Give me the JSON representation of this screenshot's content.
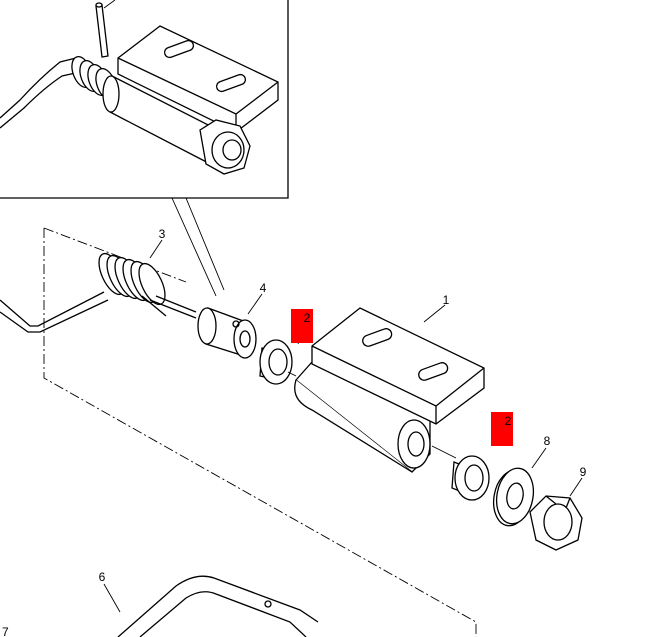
{
  "callouts": {
    "c1": "1",
    "c2a": "2",
    "c2b": "2",
    "c3": "3",
    "c4": "4",
    "c6": "6",
    "c7": "7",
    "c8": "8",
    "c9": "9"
  },
  "colors": {
    "line": "#000000",
    "highlight": "#ff0000",
    "background": "#ffffff"
  }
}
